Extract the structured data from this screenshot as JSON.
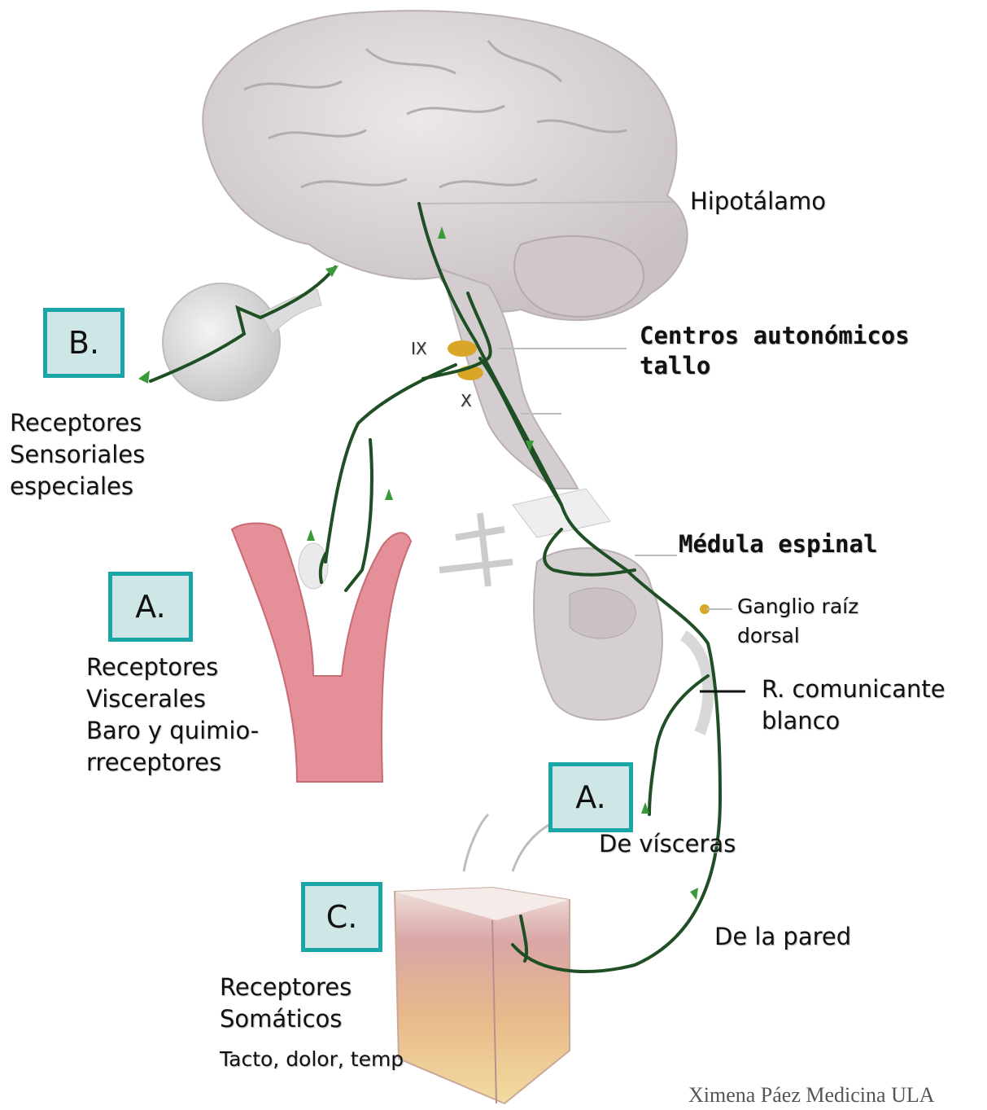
{
  "labels": {
    "hipotalamo": "Hipotálamo",
    "centros": "Centros autonómicos\ntallo",
    "medula": "Médula espinal",
    "ganglio": "Ganglio raíz\ndorsal",
    "comunicante": "R. comunicante\n blanco",
    "de_visceras": "De vísceras",
    "de_la_pared": "De la pared",
    "sensoriales": "Receptores\nSensoriales\nespeciales",
    "viscerales": "Receptores\nViscerales\nBaro y quimio-\nrreceptores",
    "somaticos": "Receptores\nSomáticos",
    "somaticos_sub": "Tacto, dolor, temp",
    "ix": "IX",
    "x": "X"
  },
  "boxes": {
    "b": "B.",
    "a_left": "A.",
    "a_right": "A.",
    "c": "C."
  },
  "credit": "Ximena Páez Medicina ULA",
  "colors": {
    "nerve": "#1f4f24",
    "arrow": "#3a9a3a",
    "box_border": "#1aa6a6",
    "box_fill": "#cfe6e6",
    "brain": "#d9d2d4",
    "artery": "#e58f98",
    "ganglion": "#d9a728"
  }
}
